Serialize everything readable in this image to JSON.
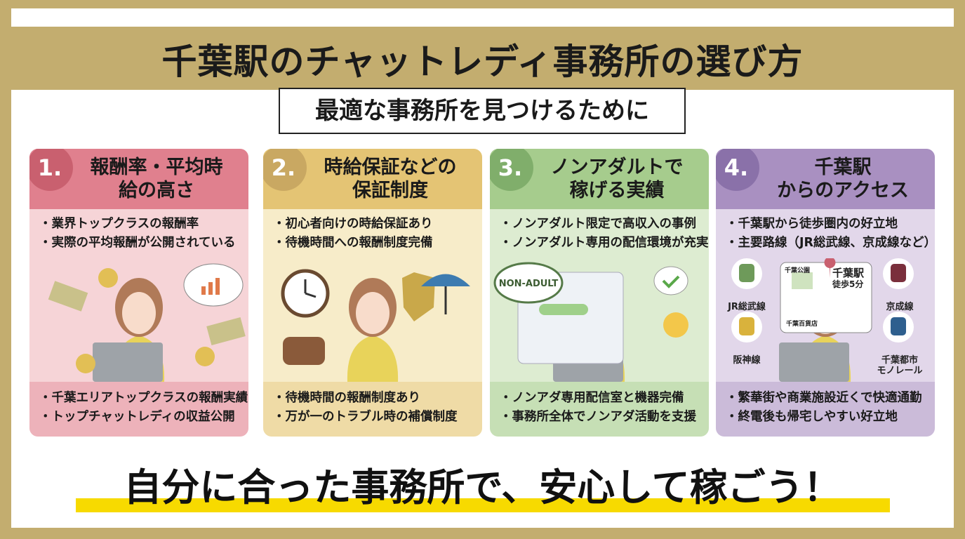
{
  "title": "千葉駅のチャットレディ事務所の選び方",
  "subtitle": "最適な事務所を見つけるために",
  "cards": [
    {
      "num": "1.",
      "title": "報酬率・平均時\n給の高さ",
      "header_color": "#e0808e",
      "body_color": "#f6d4d7",
      "badge_color": "#c9606f",
      "top": [
        "・業界トップクラスの報酬率",
        "・実際の平均報酬が公開されている"
      ],
      "bottom": [
        "・千葉エリアトップクラスの報酬実績",
        "・トップチャットレディの収益公開"
      ]
    },
    {
      "num": "2.",
      "title": "時給保証などの\n保証制度",
      "header_color": "#e4c474",
      "body_color": "#f7ecc9",
      "badge_color": "#c9a862",
      "top": [
        "・初心者向けの時給保証あり",
        "・待機時間への報酬制度完備"
      ],
      "bottom": [
        "・待機時間の報酬制度あり",
        "・万が一のトラブル時の補償制度"
      ]
    },
    {
      "num": "3.",
      "title": "ノンアダルトで\n稼げる実績",
      "header_color": "#a6cc8d",
      "body_color": "#ddecd1",
      "badge_color": "#80ae6b",
      "top": [
        "・ノンアダルト限定で高収入の事例",
        "・ノンアダルト専用の配信環境が充実"
      ],
      "bottom": [
        "・ノンアダ専用配信室と機器完備",
        "・事務所全体でノンアダ活動を支援"
      ],
      "stamp": "NON-ADULT"
    },
    {
      "num": "4.",
      "title": "千葉駅\nからのアクセス",
      "header_color": "#a990c1",
      "body_color": "#e2d7ea",
      "badge_color": "#8a71a9",
      "top": [
        "・千葉駅から徒歩圏内の好立地",
        "・主要路線（JR総武線、京成線など）利用可"
      ],
      "bottom": [
        "・繁華街や商業施設近くで快適通勤",
        "・終電後も帰宅しやすい好立地"
      ],
      "lines": [
        {
          "name": "JR総武線",
          "color": "#6e9a5a"
        },
        {
          "name": "京成線",
          "color": "#7a2f3c"
        },
        {
          "name": "阪神線",
          "color": "#d9b23c"
        },
        {
          "name": "千葉都市\nモノレール",
          "color": "#2e5f8e"
        }
      ],
      "map": {
        "station": "千葉駅",
        "walk": "徒歩5分",
        "park": "千葉公園",
        "store": "千葉百貨店"
      }
    }
  ],
  "slogan": "自分に合った事務所で、安心して稼ごう！",
  "accent_color": "#f7da00"
}
